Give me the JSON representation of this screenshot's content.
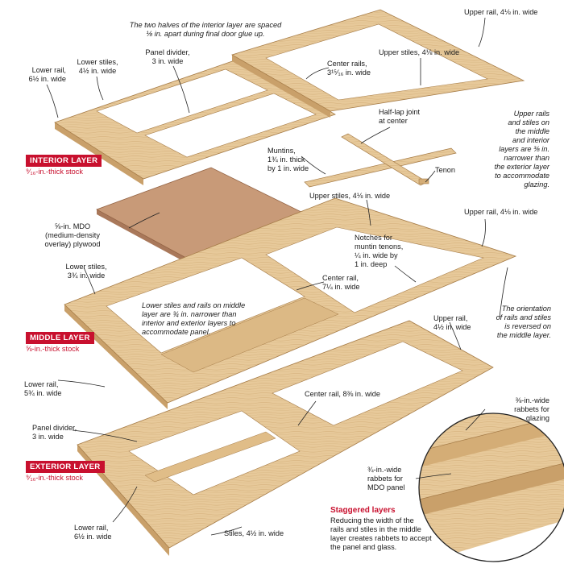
{
  "colors": {
    "wood": "#e7c99a",
    "wood_edge": "#c9a06a",
    "wood_dark": "#b88a55",
    "plywood": "#c89a78",
    "accent_red": "#c8102e",
    "line": "#222222"
  },
  "interior": {
    "note": "The two halves of the interior layer are spaced\n⅛ in. apart during final door glue up.",
    "lower_rail": "Lower rail,\n6½ in. wide",
    "lower_stiles": "Lower stiles,\n4½ in. wide",
    "panel_divider": "Panel divider,\n3 in. wide",
    "upper_rail": "Upper rail, 4⅛ in. wide",
    "center_rails": "Center rails,\n3¹⁵⁄₁₆ in. wide",
    "upper_stiles": "Upper stiles, 4⅛ in. wide",
    "badge": "INTERIOR LAYER",
    "stock": "⁹⁄₁₆-in.-thick stock"
  },
  "muntins": {
    "half_lap": "Half-lap joint\nat center",
    "muntins": "Muntins,\n1¾ in. thick\nby 1 in. wide",
    "tenon": "Tenon",
    "upper_note": "Upper rails\nand stiles on\nthe middle\nand interior\nlayers are ⅜ in.\nnarrower than\nthe exterior layer\nto accommodate\nglazing."
  },
  "plywood": {
    "label": "⅝-in. MDO\n(medium-density\noverlay) plywood"
  },
  "middle": {
    "upper_stiles": "Upper stiles, 4⅛ in. wide",
    "upper_rail": "Upper rail, 4⅛ in. wide",
    "notches": "Notches for\nmuntin tenons,\n¼ in. wide by\n1 in. deep",
    "lower_stiles": "Lower stiles,\n3¾ in. wide",
    "center_rail": "Center rail,\n7¼ in. wide",
    "note": "Lower stiles and rails on middle\nlayer are ¾ in. narrower than\ninterior and exterior layers to\naccommodate panel.",
    "orientation": "The orientation\nof rails and stiles\nis reversed on\nthe middle layer.",
    "badge": "MIDDLE LAYER",
    "stock": "⅝-in.-thick stock",
    "lower_rail": "Lower rail,\n5¾ in. wide"
  },
  "exterior": {
    "upper_rail": "Upper rail,\n4½ in. wide",
    "center_rail": "Center rail, 8⅜ in. wide",
    "glazing_rabbets": "⅜-in.-wide\nrabbets for\nglazing",
    "panel_divider": "Panel divider,\n3 in. wide",
    "badge": "EXTERIOR LAYER",
    "stock": "⁹⁄₁₆-in.-thick stock",
    "mdo_rabbets": "¾-in.-wide\nrabbets for\nMDO panel",
    "lower_rail": "Lower rail,\n6½ in. wide",
    "stiles": "Stiles, 4½ in. wide"
  },
  "staggered": {
    "title": "Staggered layers",
    "text": "Reducing the width of the\nrails and stiles in the middle\nlayer creates rabbets to accept\nthe panel and glass."
  }
}
